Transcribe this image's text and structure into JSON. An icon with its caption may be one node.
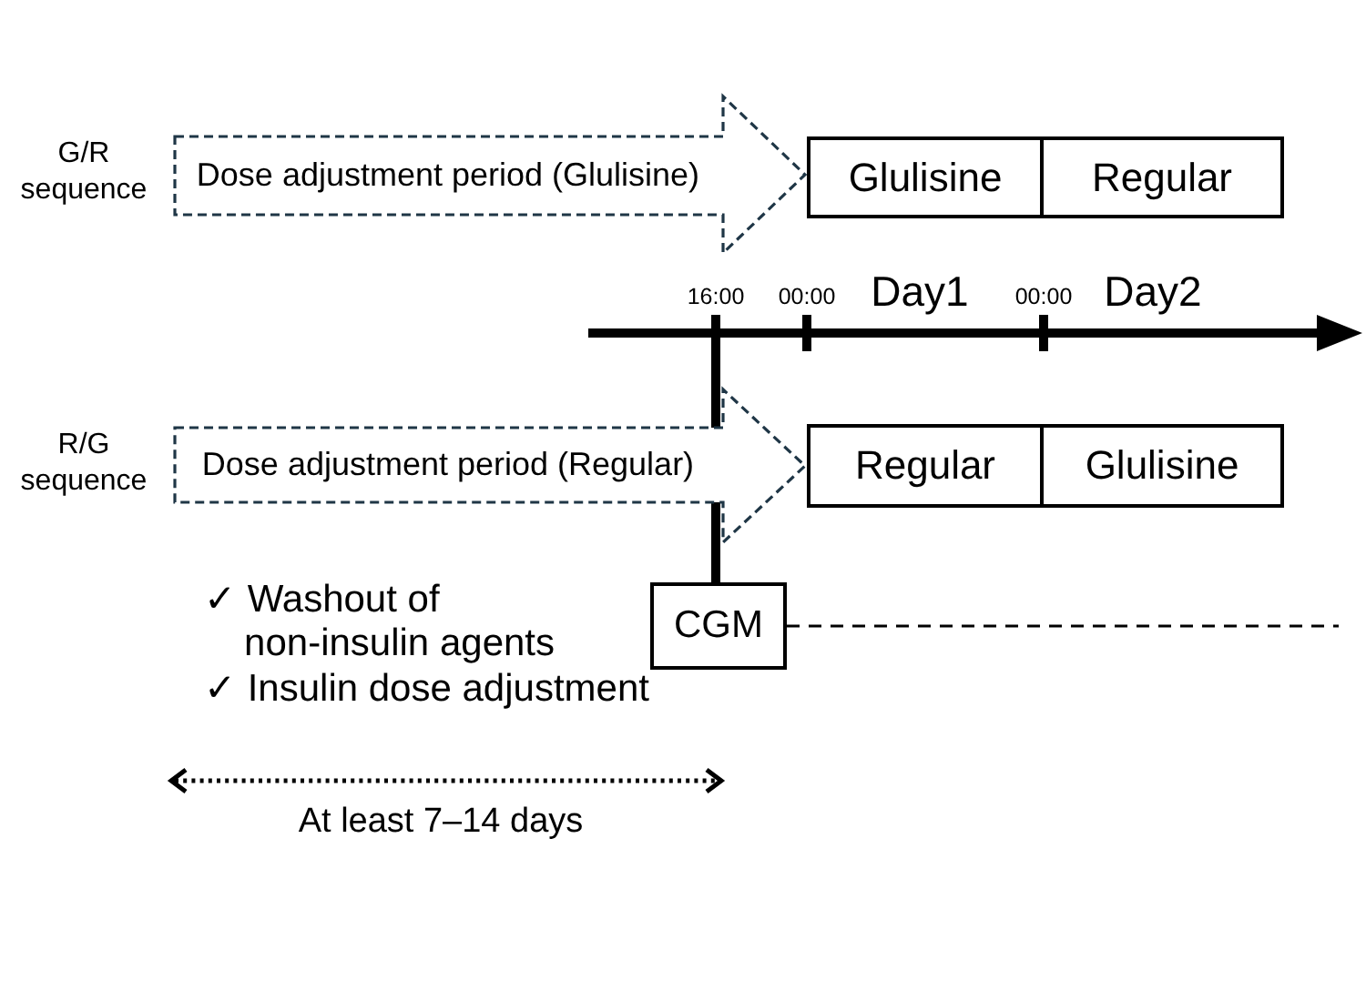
{
  "diagram": {
    "nodes": [
      {
        "text": [
          "Dose adjustment period (Glulisine)"
        ],
        "beside": [
          "G/R sequence"
        ]
      },
      {
        "text": [
          "Glulisine"
        ]
      },
      {
        "text": [
          "Regular"
        ]
      },
      {
        "text": [
          "Dose adjustment period (Regular)"
        ],
        "beside": [
          "R/G sequence"
        ]
      },
      {
        "text": [
          "Regular"
        ]
      },
      {
        "text": [
          "Glulisine"
        ]
      },
      {
        "text": [
          "CGM"
        ]
      }
    ],
    "edges": [
      {
        "from": null,
        "to": 6,
        "arrow": "none",
        "style": "thick"
      },
      {
        "from": 6,
        "to": null,
        "arrow": "none",
        "style": "dashed"
      }
    ],
    "labels": [
      "16:00",
      "00:00",
      "Day1",
      "00:00",
      "Day2",
      "✓ Washout of non-insulin agents",
      "✓ Insulin dose adjustment",
      "At least 7–14 days"
    ]
  }
}
